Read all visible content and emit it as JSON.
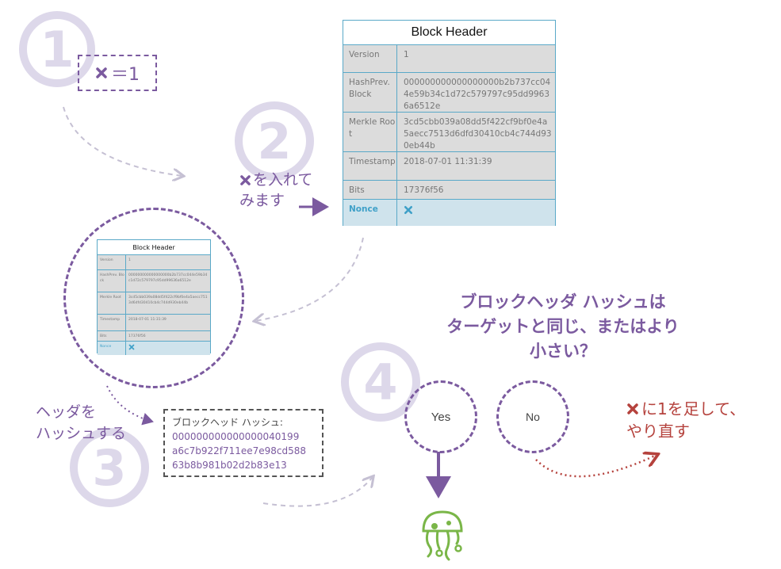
{
  "step_numbers": [
    "①",
    "②",
    "③",
    "④"
  ],
  "step1": {
    "label": "＝1"
  },
  "step2": {
    "caption_line1": "を入れて",
    "caption_line2": "みます"
  },
  "block_header": {
    "title": "Block Header",
    "rows": [
      {
        "key": "Version",
        "value": "1"
      },
      {
        "key": "HashPrev. Block",
        "value": "000000000000000000b2b737cc044e59b34c1d72c579797c95dd99636a6512e"
      },
      {
        "key": "Merkle Root",
        "value": "3cd5cbb039a08dd5f422cf9bf0e4a5aecc7513d6dfd30410cb4c744d930eb44b"
      },
      {
        "key": "Timestamp",
        "value": "2018-07-01 11:31:39"
      },
      {
        "key": "Bits",
        "value": "17376f56"
      },
      {
        "key": "Nonce",
        "value": ""
      }
    ]
  },
  "small_header": {
    "title": "Block  Header",
    "rows": [
      {
        "key": "Version",
        "value": "1"
      },
      {
        "key": "HashPrev. Block",
        "value": "000000000000000000b2b737cc044e59b34c1d72c579797c95dd99636a6512e"
      },
      {
        "key": "Merkle Root",
        "value": "3cd5cbb039a08dd5f422cf9bf0e4a5aecc7513d6dfd30410cb4c744d930eb44b"
      },
      {
        "key": "Timestamp",
        "value": "2018-07-01 11:31:39"
      },
      {
        "key": "Bits",
        "value": "17376f56"
      },
      {
        "key": "Nonce",
        "value": ""
      }
    ]
  },
  "step3": {
    "caption_line1": "ヘッダを",
    "caption_line2": "ハッシュする",
    "hash_label": "ブロックヘッド ハッシュ:",
    "hash_line1": "000000000000000040199",
    "hash_line2": "a6c7b922f711ee7e98cd588",
    "hash_line3": "63b8b981b02d2b83e13"
  },
  "step4": {
    "question_line1": "ブロックヘッダ ハッシュは",
    "question_line2": "ターゲットと同じ、またはより",
    "question_line3": "小さい？",
    "yes": "Yes",
    "no": "No",
    "retry_line1": "に1を足して、",
    "retry_line2": "やり直す"
  },
  "colors": {
    "purple": "#7b5a9f",
    "faint": "#ddd8ea",
    "teal": "#5aa9c8",
    "red": "#b5423d",
    "green": "#7ab648"
  }
}
